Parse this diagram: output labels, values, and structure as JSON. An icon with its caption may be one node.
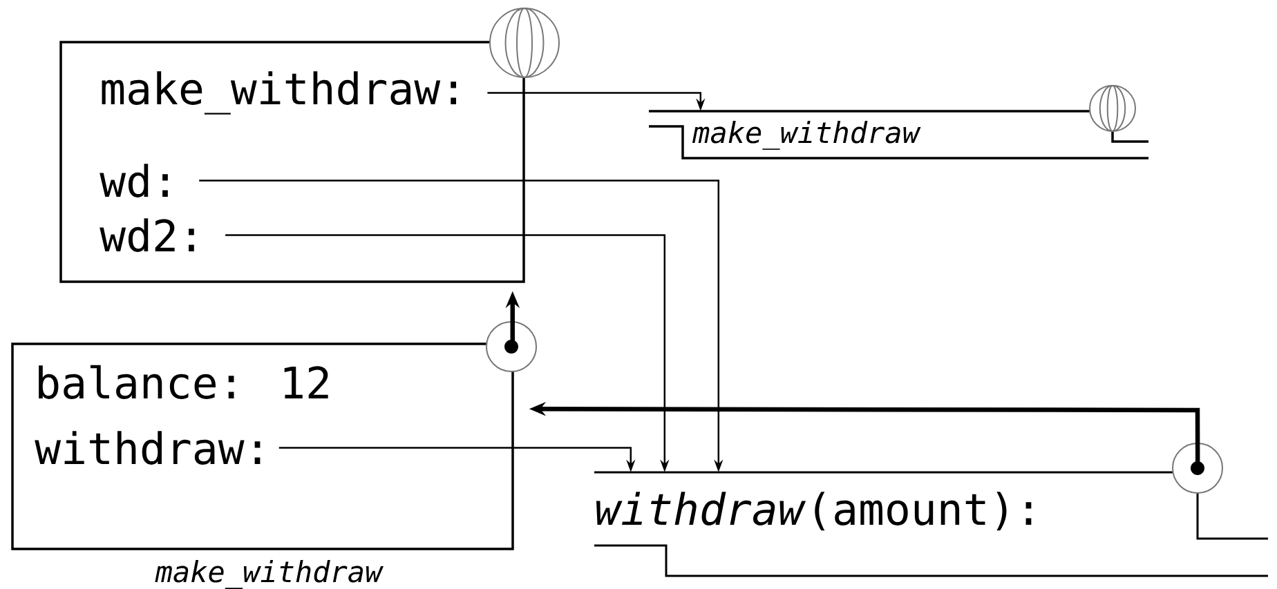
{
  "diagram": {
    "nodes": [
      {
        "text": [],
        "shape": "box"
      },
      {
        "text": [
          "make_withdraw:"
        ],
        "in": 0
      },
      {
        "text": [
          "wd:"
        ],
        "in": 0
      },
      {
        "text": [
          "wd2:"
        ],
        "in": 0
      },
      {
        "text": [
          "make_withdraw"
        ]
      },
      {
        "text": [
          "balance: 12"
        ],
        "beside": [
          "make_withdraw"
        ]
      },
      {
        "text": [
          "withdraw:"
        ],
        "in": 5
      },
      {
        "text": [
          "*withdraw*(amount):"
        ]
      }
    ],
    "edges": [
      {
        "from": 1,
        "to": 4,
        "arrow": "to"
      },
      {
        "from": 2,
        "to": 7,
        "arrow": "to"
      },
      {
        "from": 3,
        "to": 7,
        "arrow": "to"
      },
      {
        "from": 6,
        "to": 7,
        "arrow": "to"
      },
      {
        "from": 5,
        "to": 0,
        "arrow": "to",
        "style": "thick"
      },
      {
        "from": 7,
        "to": 5,
        "arrow": "to",
        "style": "thick"
      }
    ]
  }
}
